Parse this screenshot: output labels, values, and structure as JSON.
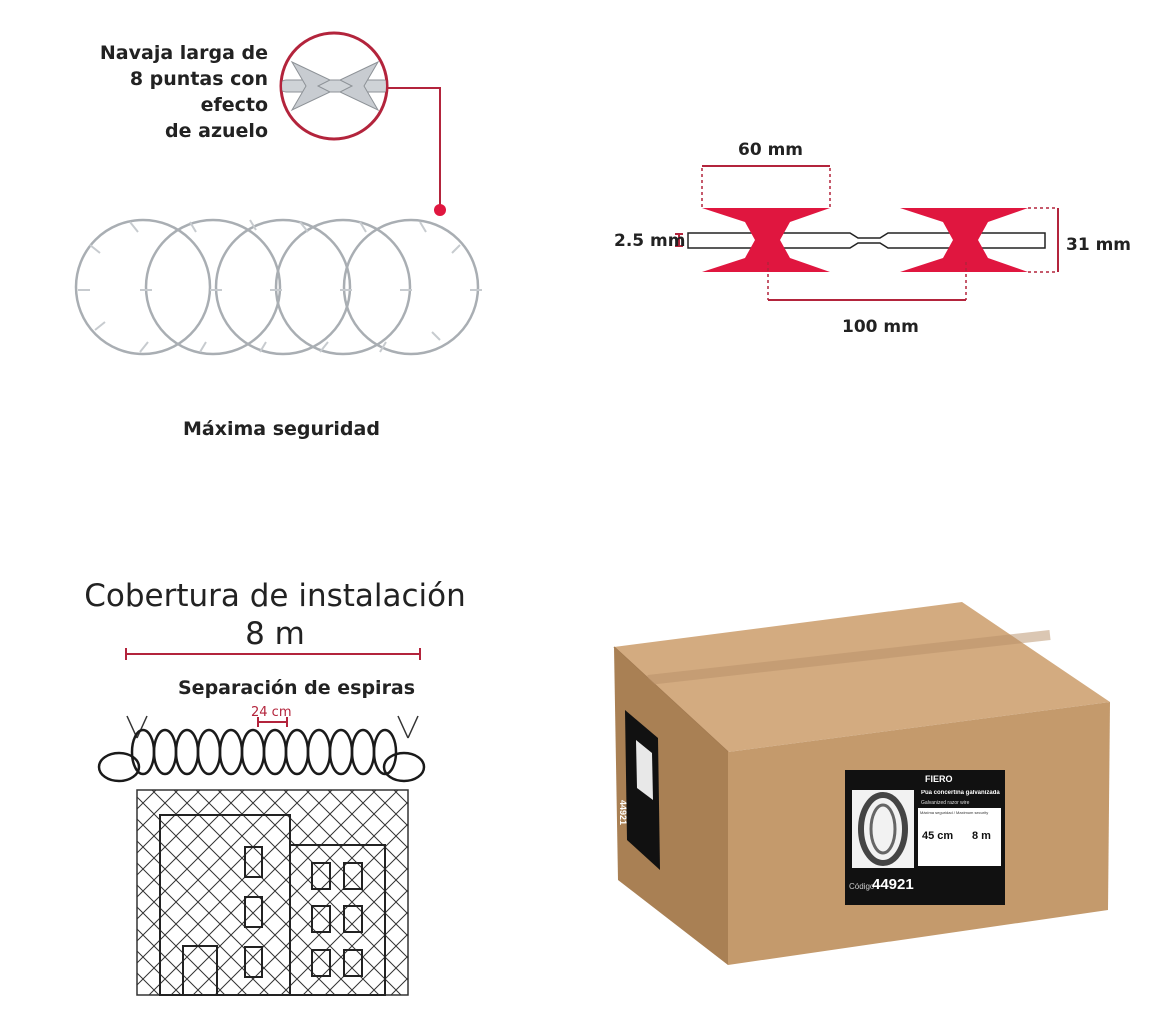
{
  "callout": {
    "line1": "Navaja larga de",
    "line2": "8 puntas con efecto",
    "line3": "de azuelo"
  },
  "coil_caption": "Máxima seguridad",
  "blade_dims": {
    "top": "60 mm",
    "left": "2.5 mm",
    "right": "31 mm",
    "bottom": "100 mm"
  },
  "coverage": {
    "title": "Cobertura de instalación",
    "length": "8 m",
    "spacing_title": "Separación de espiras",
    "spacing_value": "24 cm"
  },
  "box_label": {
    "brand": "FIERO",
    "product_es": "Púa concertina galvanizada",
    "product_en": "Galvanized razor wire",
    "tagline": "Máxima seguridad / Maximum security",
    "size": "45 cm",
    "length": "8 m",
    "code_label": "Código",
    "code": "44921",
    "side_code": "44921"
  },
  "colors": {
    "accent": "#e0163f",
    "dark_red": "#b3243c",
    "cardboard": "#c49a6c",
    "wire": "#a9aeb3"
  }
}
